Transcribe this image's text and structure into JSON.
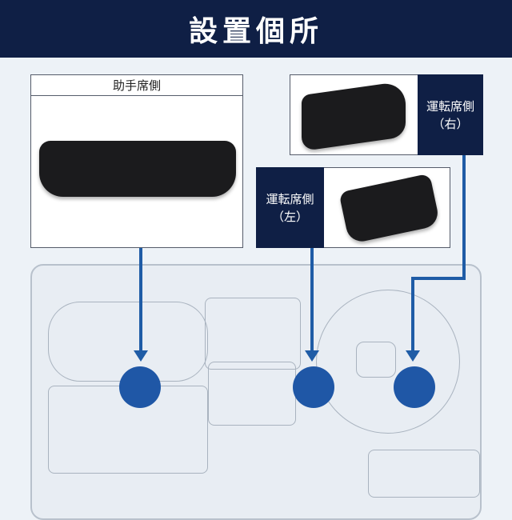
{
  "title": "設置個所",
  "passenger": {
    "label": "助手席側"
  },
  "driver_right": {
    "label": "運転席側",
    "sub": "（右）"
  },
  "driver_left": {
    "label": "運転席側",
    "sub": "（左）"
  },
  "colors": {
    "navy": "#0f1f45",
    "blue": "#1f57a6",
    "background": "#edf2f7"
  }
}
